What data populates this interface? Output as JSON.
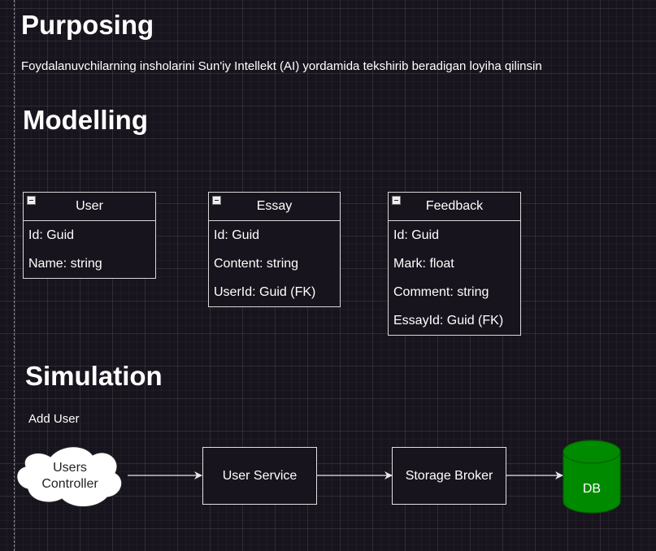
{
  "sections": {
    "purposing": "Purposing",
    "modelling": "Modelling",
    "simulation": "Simulation"
  },
  "purpose_text": "Foydalanuvchilarning insholarini Sun'iy Intellekt (AI) yordamida tekshirib beradigan loyiha qilinsin",
  "entities": [
    {
      "name": "User",
      "fields": [
        "Id: Guid",
        "Name: string"
      ]
    },
    {
      "name": "Essay",
      "fields": [
        "Id: Guid",
        "Content: string",
        "UserId: Guid (FK)"
      ]
    },
    {
      "name": "Feedback",
      "fields": [
        "Id: Guid",
        "Mark: float",
        "Comment: string",
        "EssayId: Guid (FK)"
      ]
    }
  ],
  "flow": {
    "title": "Add User",
    "nodes": {
      "controller_line1": "Users",
      "controller_line2": "Controller",
      "service": "User Service",
      "broker": "Storage Broker",
      "db": "DB"
    }
  },
  "colors": {
    "background": "#18141d",
    "db_fill": "#008a00",
    "db_stroke": "#006400",
    "stroke": "#e0e0e0"
  }
}
